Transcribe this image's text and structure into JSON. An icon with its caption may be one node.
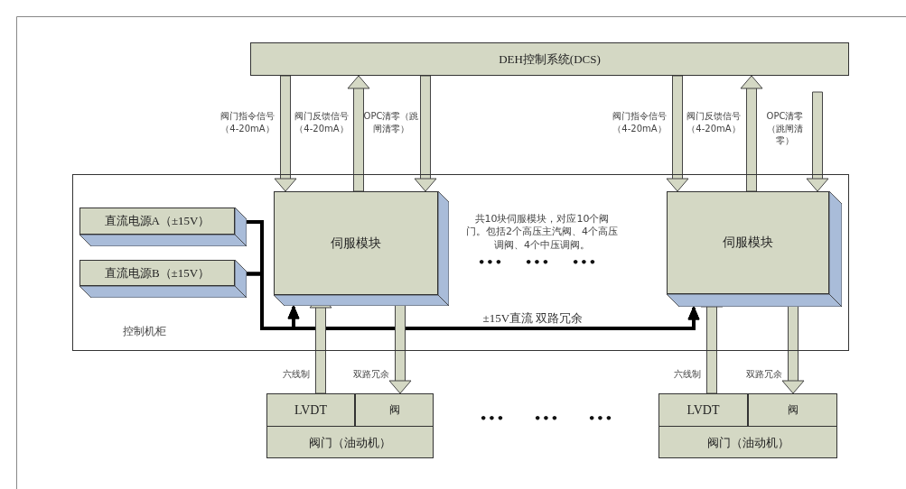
{
  "diagram": {
    "nodes": [
      {
        "text": [
          "DEH控制系统(DCS)"
        ]
      },
      {
        "text": [
          "控制机柜"
        ]
      },
      {
        "text": [
          "直流电源A（±15V）"
        ],
        "in": 1
      },
      {
        "text": [
          "直流电源B（±15V）"
        ],
        "in": 1
      },
      {
        "text": [
          "伺服模块"
        ],
        "in": 1
      },
      {
        "text": [
          "伺服模块"
        ],
        "in": 1
      },
      {
        "text": [
          "阀门（油动机）"
        ]
      },
      {
        "text": [
          "LVDT"
        ],
        "in": 6
      },
      {
        "text": [
          "阀"
        ],
        "in": 6
      },
      {
        "text": [
          "阀门（油动机）"
        ]
      },
      {
        "text": [
          "LVDT"
        ],
        "in": 9
      },
      {
        "text": [
          "阀"
        ],
        "in": 9
      }
    ],
    "edges": [
      {
        "from": 0,
        "to": 4,
        "arrow": "to",
        "label": "阀门指令信号（4-20mA）"
      },
      {
        "from": 4,
        "to": 0,
        "arrow": "to",
        "label": "阀门反馈信号（4-20mA）"
      },
      {
        "from": 0,
        "to": 4,
        "arrow": "to",
        "label": "OPC清零（跳闸清零）"
      },
      {
        "from": 0,
        "to": 5,
        "arrow": "to",
        "label": "阀门指令信号（4-20mA）"
      },
      {
        "from": 5,
        "to": 0,
        "arrow": "to",
        "label": "阀门反馈信号（4-20mA）"
      },
      {
        "from": null,
        "to": 5,
        "arrow": "to",
        "label": "OPC清零（跳闸清零）"
      },
      {
        "from": 2,
        "to": 4,
        "arrow": "to",
        "style": "thick",
        "color": "#000000"
      },
      {
        "from": 2,
        "to": 5,
        "arrow": "to",
        "style": "thick",
        "color": "#000000",
        "label": "±15V直流 双路冗余"
      },
      {
        "from": 3,
        "to": 4,
        "arrow": "to",
        "style": "thick",
        "color": "#000000"
      },
      {
        "from": 3,
        "to": 5,
        "arrow": "to",
        "style": "thick",
        "color": "#000000"
      },
      {
        "from": 7,
        "to": 4,
        "arrow": "to",
        "label": "六线制"
      },
      {
        "from": 4,
        "to": 8,
        "arrow": "to",
        "label": "双路冗余"
      },
      {
        "from": 10,
        "to": 5,
        "arrow": "to",
        "label": "六线制"
      },
      {
        "from": 5,
        "to": 11,
        "arrow": "to",
        "label": "双路冗余"
      }
    ],
    "labels": [
      "共10块伺服模块，对应10个阀门。包括2个高压主汽阀、4个高压调阀、4个中压调阀。",
      "•••",
      "•••",
      "•••",
      "•••",
      "•••",
      "•••"
    ]
  }
}
